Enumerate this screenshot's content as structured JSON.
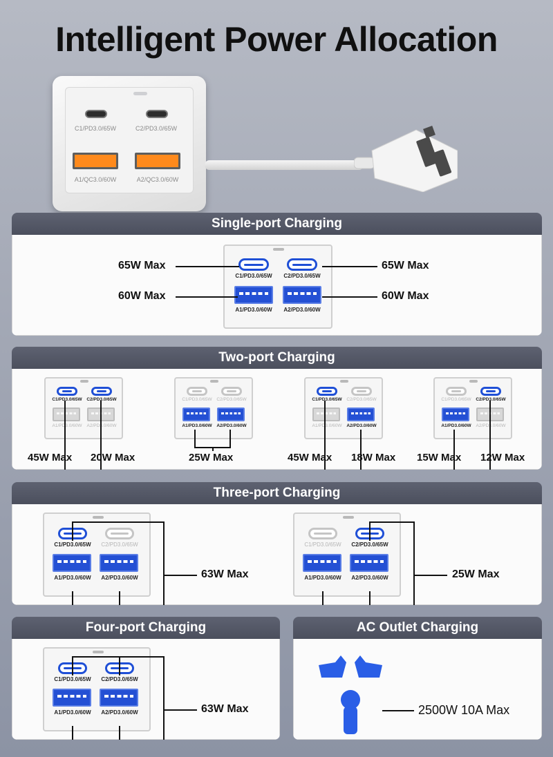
{
  "title": "Intelligent Power Allocation",
  "hero": {
    "c1": "C1/PD3.0/65W",
    "c2": "C2/PD3.0/65W",
    "a1": "A1/QC3.0/60W",
    "a2": "A2/QC3.0/60W"
  },
  "ports": {
    "c1": "C1/PD3.0/65W",
    "c2": "C2/PD3.0/65W",
    "a1": "A1/PD3.0/60W",
    "a2": "A2/PD3.0/60W"
  },
  "single": {
    "header": "Single-port Charging",
    "c1_max": "65W Max",
    "c2_max": "65W Max",
    "a1_max": "60W Max",
    "a2_max": "60W Max"
  },
  "two": {
    "header": "Two-port Charging",
    "d1": {
      "left": "45W Max",
      "right": "20W Max"
    },
    "d2": {
      "center": "25W Max"
    },
    "d3": {
      "left": "45W Max",
      "right": "18W Max"
    },
    "d4": {
      "left": "15W Max",
      "right": "12W Max"
    }
  },
  "three": {
    "header": "Three-port Charging",
    "d1": "63W Max",
    "d2": "25W Max"
  },
  "four": {
    "header": "Four-port Charging",
    "d1": "63W Max"
  },
  "ac": {
    "header": "AC Outlet Charging",
    "max": "2500W 10A Max"
  },
  "colors": {
    "accent_blue": "#1f4fd6",
    "header_gray": "#52566a",
    "usb_a_orange": "#ff8a1c"
  }
}
